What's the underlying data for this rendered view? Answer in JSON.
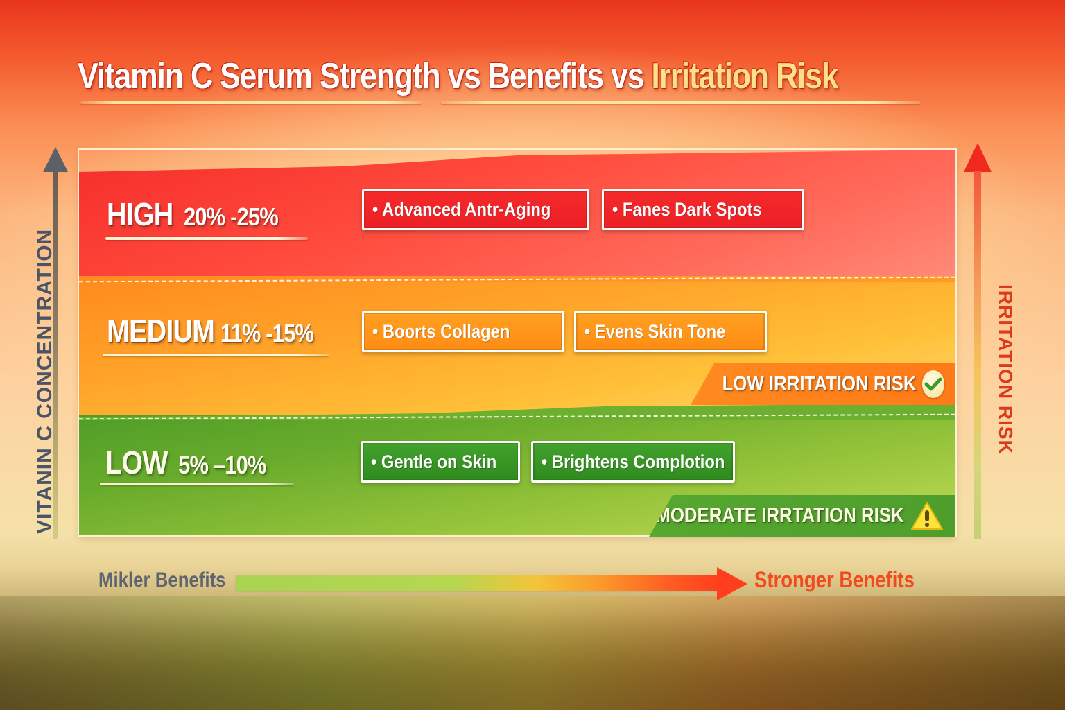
{
  "title": {
    "main": "Vitamin C Serum Strength vs Benefits vs ",
    "accent": "Irritation Risk"
  },
  "axes": {
    "y_left_label": "VITANIN C CONCENTRATION",
    "y_right_label": "IRRITATION RISK",
    "x_left_label": "Mikler Benefits",
    "x_right_label": "Stronger Benefits"
  },
  "levels": [
    {
      "name": "HIGH",
      "range": "20% -25%",
      "color": "#f52d2b",
      "benefits": [
        "• Advanced Antr-Aging",
        "• Fanes Dark Spots"
      ]
    },
    {
      "name": "MEDIUM",
      "range": "11% -15%",
      "color": "#ffa228",
      "benefits": [
        "• Boorts Collagen",
        "• Evens Skin Tone"
      ],
      "risk_tag": {
        "label": "LOW IRRITATION RISK",
        "icon": "check-icon"
      }
    },
    {
      "name": "LOW",
      "range": "5% –10%",
      "color": "#6aac2c",
      "benefits": [
        "• Gentle on Skin",
        "• Brightens Complotion"
      ],
      "risk_tag": {
        "label": "MODERATE IRRTATION RISK",
        "icon": "warning-icon"
      }
    }
  ],
  "colors": {
    "high": "#f52d2b",
    "medium": "#ffa228",
    "low": "#6aac2c",
    "title_accent": "#fde08a",
    "risk_axis": "#ee2a1e"
  }
}
